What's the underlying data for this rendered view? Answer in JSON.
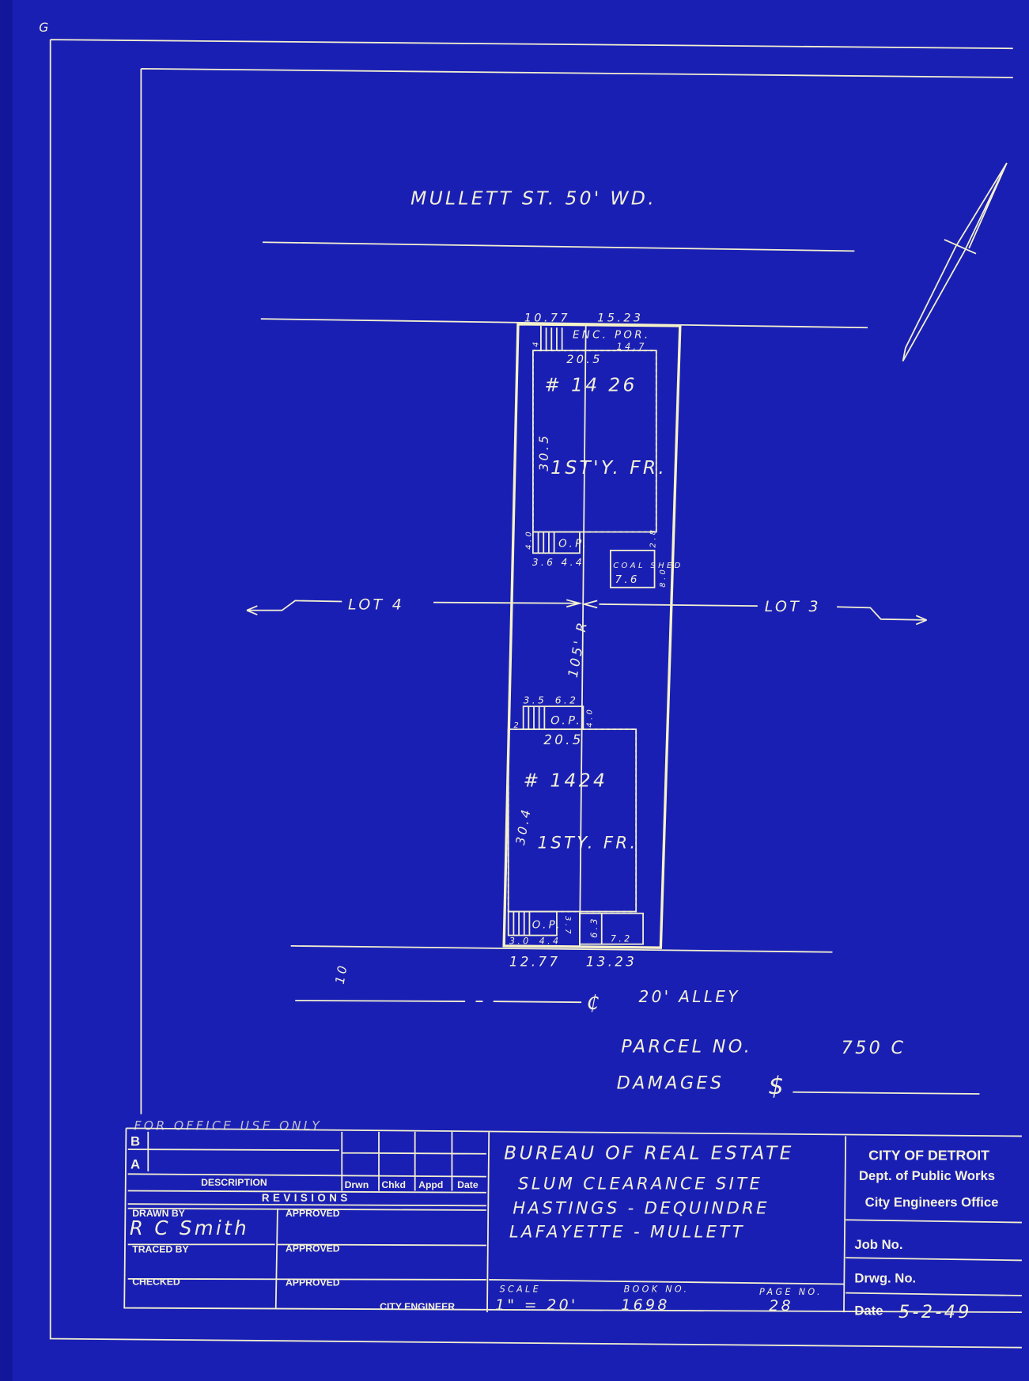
{
  "drawing": {
    "street": "MULLETT  ST.  50' WD.",
    "lot_left": "LOT 4",
    "lot_right": "LOT 3",
    "top_dims": [
      "10.77",
      "15.23"
    ],
    "bottom_dims": [
      "12.77",
      "13.23"
    ],
    "enc_por": "ENC. POR.",
    "enc_dim": "14.7",
    "alley": "20' ALLEY",
    "centerline_symbol": "₵",
    "lot_depth": "105' R",
    "building_1": {
      "number": "# 14 26",
      "type": "1ST'Y. FR.",
      "width": "20.5",
      "depth": "30.5",
      "porch": "O.P.",
      "porch_dims": [
        "3.6",
        "4.4"
      ],
      "porch_depth": "4.0",
      "side_dim": "2.8",
      "shed_label": "COAL SHED",
      "shed_dim": "7.6",
      "shed_side": "8.0",
      "small_dim": "4"
    },
    "building_2": {
      "number": "# 1424",
      "type": "1STY. FR.",
      "width": "20.5",
      "depth": "30.4",
      "front_porch": "O.P.",
      "front_porch_dims": [
        "3.5",
        "6.2"
      ],
      "front_porch_side": "4.0",
      "front_porch_left": "2",
      "rear_porch": "O.P.",
      "rear_porch_dims": [
        "3.0",
        "4.4"
      ],
      "rear_porch_side": "3.7",
      "rear_box_dims": [
        "6.3",
        "7.2"
      ]
    },
    "misc_mark": "10",
    "parcel_label": "PARCEL   NO.",
    "parcel_no": "750 C",
    "damages_label": "DAMAGES",
    "damages_symbol": "$",
    "corner_mark": "G"
  },
  "title_block": {
    "office_use": "FOR  OFFICE  USE  ONLY",
    "rev_rows": [
      "B",
      "A"
    ],
    "rev_headers": [
      "DESCRIPTION",
      "Drwn",
      "Chkd",
      "Appd",
      "Date"
    ],
    "revisions": "REVISIONS",
    "drawn_by_label": "DRAWN BY",
    "drawn_by": "R C Smith",
    "traced_by_label": "TRACED BY",
    "checked_label": "CHECKED",
    "approved_label": "APPROVED",
    "city_engineer": "CITY ENGINEER",
    "project": [
      "BUREAU OF REAL ESTATE",
      "SLUM CLEARANCE SITE",
      "HASTINGS - DEQUINDRE",
      "LAFAYETTE - MULLETT"
    ],
    "scale_label": "SCALE",
    "scale": "1\" = 20'",
    "book_label": "BOOK NO.",
    "book": "1698",
    "page_label": "PAGE NO.",
    "page": "28",
    "org": [
      "CITY OF DETROIT",
      "Dept. of Public Works",
      "City Engineers Office"
    ],
    "job_label": "Job No.",
    "drwg_label": "Drwg. No.",
    "date_label": "Date",
    "date": "5-2-49"
  },
  "colors": {
    "paper": "#1a1fb4",
    "ink": "#f2f0d0"
  }
}
